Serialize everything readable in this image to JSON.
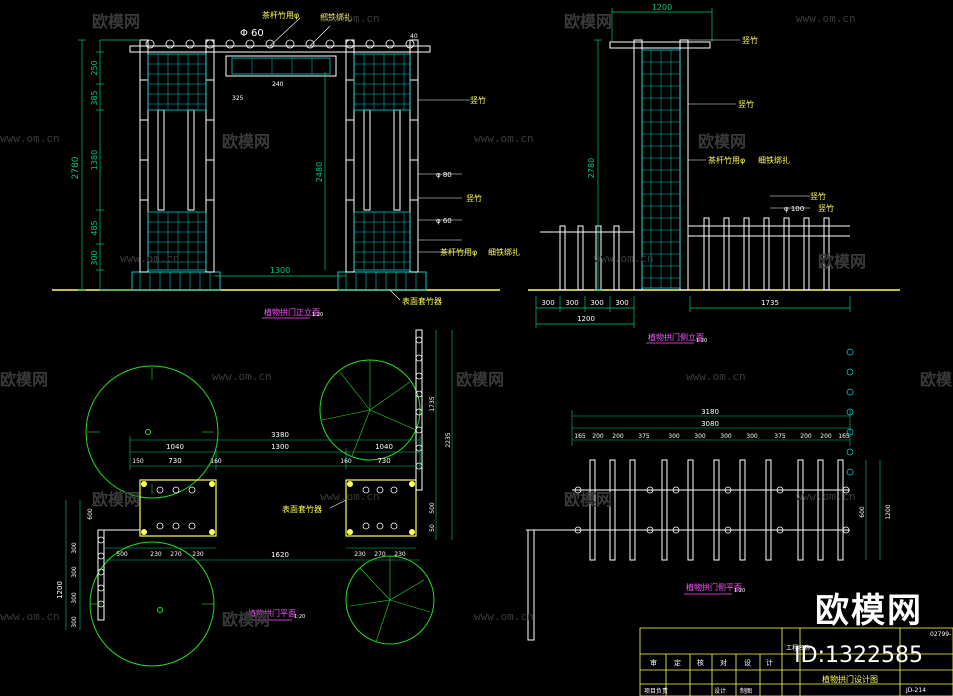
{
  "colors": {
    "background": "#000000",
    "structure": "#ffffff",
    "mesh": "#00c8c8",
    "dimension": "#00c878",
    "annotation": "#ffff55",
    "plant": "#22dd22",
    "title": "#ff55ff",
    "watermark": "#3a3a3a"
  },
  "watermark": {
    "brand": "欧模网",
    "url": "www.om.cn",
    "site_brand": "欧模网",
    "id_text": "ID:1322585"
  },
  "front_elevation": {
    "title": "植物拱门正立面",
    "scale": "1:20",
    "dims_left": [
      "250",
      "385",
      "1380",
      "485",
      "300"
    ],
    "total_height": "2780",
    "inner_height": "2480",
    "opening_width": "1300",
    "pipe_dia": "Φ 60",
    "small_dims": [
      "40",
      "240",
      "325"
    ],
    "notes": [
      "茶杆竹用φ",
      "细铁绑扎",
      "竖竹",
      "φ 80",
      "竖竹",
      "φ 60",
      "茶杆竹用φ",
      "细铁绑扎"
    ],
    "ground_note": "表面套竹器"
  },
  "side_elevation": {
    "title": "植物拱门侧立面",
    "scale": "1:20",
    "top_dim": "1200",
    "height": "2780",
    "dims_bottom": [
      "300",
      "300",
      "300",
      "300"
    ],
    "total_bottom": "1200",
    "right_span": "1735",
    "notes": [
      "竖竹",
      "竖竹",
      "茶杆竹用φ",
      "细铁绑扎",
      "竖竹",
      "φ 100",
      "竖竹"
    ]
  },
  "front_plan": {
    "title": "植物拱门平面",
    "scale": "1:20",
    "dims_top": [
      "3380",
      "1040",
      "1300",
      "1040"
    ],
    "dims_row2": [
      "150",
      "730",
      "160",
      "160",
      "730"
    ],
    "dims_left": [
      "600",
      "300",
      "300",
      "300",
      "300"
    ],
    "left_total": "1200",
    "bottom_dims": [
      "500",
      "230",
      "270",
      "230"
    ],
    "bottom_total": "1620",
    "bottom_dims2": [
      "230",
      "270",
      "230"
    ],
    "right_dims": [
      "1735",
      "2235",
      "500",
      "50"
    ],
    "label": "表面套竹器"
  },
  "side_plan": {
    "title": "植物拱门侧平面",
    "scale": "1:20",
    "total": "3180",
    "subtotal": "3080",
    "dims": [
      "165",
      "200",
      "200",
      "375",
      "300",
      "300",
      "300",
      "300",
      "375",
      "200",
      "200",
      "165"
    ],
    "right_dims": [
      "600",
      "1200"
    ]
  },
  "title_block": {
    "project_label": "工程名称",
    "drawing_title": "植物拱门设计图",
    "drawing_no": "JD-214",
    "row_labels": [
      "审",
      "定",
      "核",
      "对",
      "设",
      "计"
    ],
    "bottom_labels": [
      "项目负责",
      "设计",
      "制图"
    ],
    "code": "02799-"
  }
}
